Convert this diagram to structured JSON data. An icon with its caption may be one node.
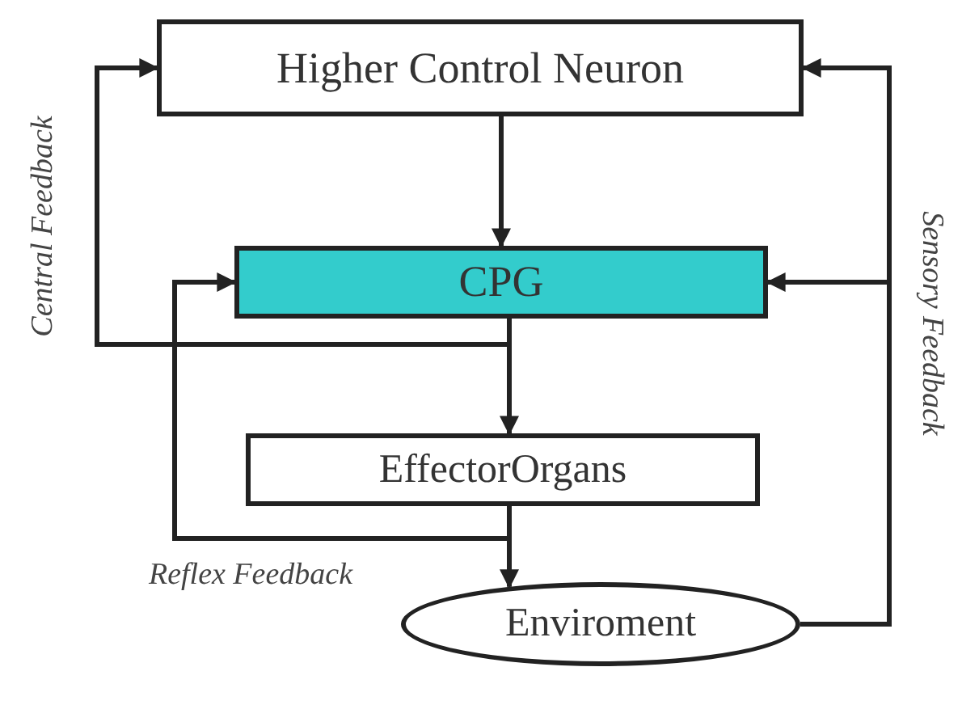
{
  "diagram": {
    "nodes": [
      {
        "text": [
          "Higher Control Neuron"
        ]
      },
      {
        "text": [
          "CPG"
        ]
      },
      {
        "text": [
          "EffectorOrgans"
        ]
      },
      {
        "text": [
          "Enviroment"
        ]
      }
    ],
    "edges": [
      {
        "from": 0,
        "to": 1,
        "arrow": "to"
      },
      {
        "from": 1,
        "to": 2,
        "arrow": "to"
      },
      {
        "from": 2,
        "to": 3,
        "arrow": "to"
      },
      {
        "from": 1,
        "to": 0,
        "arrow": "to",
        "label": "Central Feedback"
      },
      {
        "from": 2,
        "to": 1,
        "arrow": "to",
        "label": "Reflex Feedback"
      },
      {
        "from": 3,
        "to": 0,
        "arrow": "to",
        "label": "Sensory Feedback"
      },
      {
        "from": 3,
        "to": 1,
        "arrow": "to"
      }
    ]
  }
}
